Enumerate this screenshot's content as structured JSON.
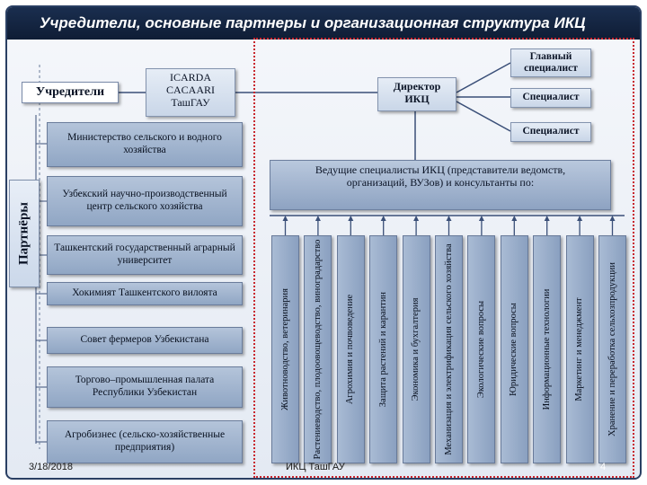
{
  "title": "Учредители, основные партнеры и организационная структура ИКЦ",
  "founders_label": "Учредители",
  "founders_box": [
    "ICARDA",
    "CACAARI",
    "ТашГАУ"
  ],
  "director": [
    "Директор",
    "ИКЦ"
  ],
  "staff": {
    "chief_specialist": [
      "Главный",
      "специалист"
    ],
    "specialist_1": "Специалист",
    "specialist_2": "Специалист"
  },
  "leading_specialists": "Ведущие специалисты ИКЦ (представители ведомств, организаций, ВУЗов) и консультанты по:",
  "partners_label": "Партнёры",
  "partners": [
    "Министерство сельского и водного хозяйства",
    "Узбекский научно-производственный центр сельского хозяйства",
    "Ташкентский государственный аграрный университет",
    "Хокимият Ташкентского вилоята",
    "Совет фермеров Узбекистана",
    "Торгово–промышленная палата Республики Узбекистан",
    "Агробизнес (сельско-хозяйственные предприятия)"
  ],
  "consult_areas": [
    "Животноводство, ветеринария",
    "Растениеводство, плодоовощеводство, виноградарство",
    "Агрохимия и почвоведение",
    "Защита растений и карантин",
    "Экономика и бухгалтерия",
    "Механизация и электрификация сельского хозяйства",
    "Экологические вопросы",
    "Юридические вопросы",
    "Информационные технологии",
    "Маркетинг и менеджмент",
    "Хранение и переработка сельхозпродукции"
  ],
  "footer": {
    "date": "3/18/2018",
    "center": "ИКЦ ТашГАУ",
    "page": "4"
  },
  "colors": {
    "title_bar": "#1a2e4f",
    "frame": "#2a3f63",
    "dotted_border": "#c8262e",
    "box_fill": "#9fb2cf"
  }
}
